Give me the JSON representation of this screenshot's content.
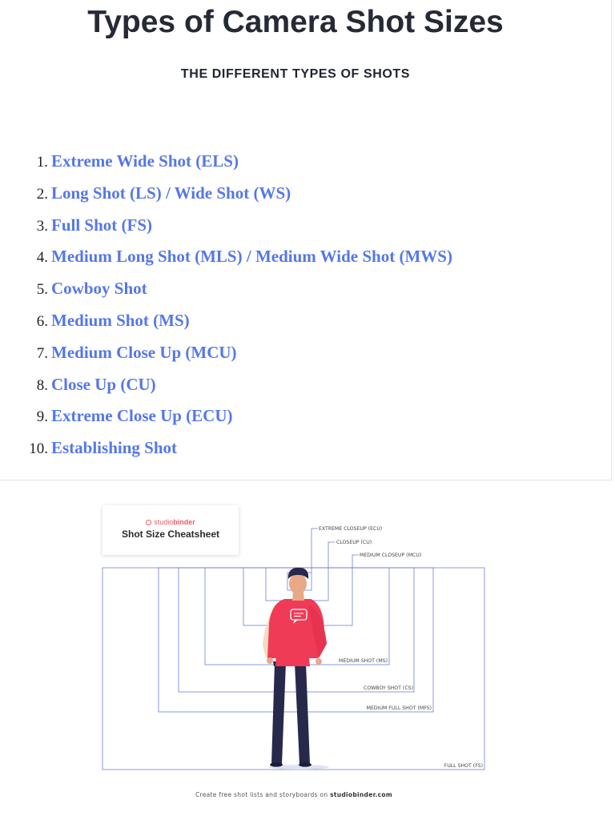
{
  "header": {
    "title": "Types of Camera Shot Sizes",
    "subtitle": "THE DIFFERENT TYPES OF SHOTS"
  },
  "shot_list": {
    "items": [
      {
        "number": "1.",
        "label": "Extreme Wide Shot (ELS)"
      },
      {
        "number": "2.",
        "label": "Long Shot (LS) / Wide Shot (WS)"
      },
      {
        "number": "3.",
        "label": "Full Shot (FS)"
      },
      {
        "number": "4.",
        "label": "Medium Long Shot (MLS) / Medium Wide Shot (MWS)"
      },
      {
        "number": "5.",
        "label": "Cowboy Shot"
      },
      {
        "number": "6.",
        "label": "Medium Shot (MS)"
      },
      {
        "number": "7.",
        "label": "Medium Close Up (MCU)"
      },
      {
        "number": "8.",
        "label": "Close Up (CU)"
      },
      {
        "number": "9.",
        "label": "Extreme Close Up (ECU)"
      },
      {
        "number": "10.",
        "label": "Establishing Shot"
      }
    ]
  },
  "cheatsheet": {
    "brand_prefix": "studio",
    "brand_suffix": "binder",
    "title": "Shot Size Cheatsheet",
    "labels": {
      "ecu": "EXTREME CLOSEUP (ECU)",
      "cu": "CLOSEUP (CU)",
      "mcu": "MEDIUM CLOSEUP (MCU)",
      "ms": "MEDIUM SHOT (MS)",
      "cs": "COWBOY SHOT (CS)",
      "mfs": "MEDIUM FULL SHOT (MFS)",
      "fs": "FULL SHOT (FS)"
    },
    "footer_prefix": "Create free shot lists and storyboards on ",
    "footer_site": "studiobinder.com"
  },
  "colors": {
    "link": "#5577e8",
    "frame": "#6f7fd6",
    "brand": "#e55c69",
    "shirt": "#ef3b56",
    "pants": "#27284a"
  }
}
